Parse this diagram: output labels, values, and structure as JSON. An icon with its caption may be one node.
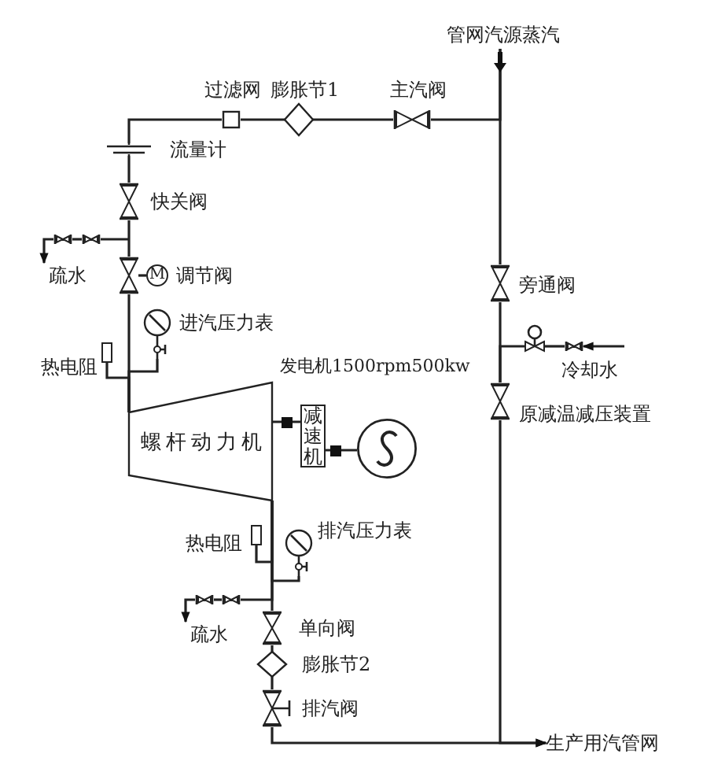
{
  "diagram": {
    "nodes": [
      {
        "text": [
          "管网汽源蒸汽"
        ]
      },
      {
        "text": [],
        "shape": "valve",
        "beside": [
          "主汽阀"
        ]
      },
      {
        "text": [],
        "shape": "diamond",
        "beside": [
          "膨胀节1"
        ]
      },
      {
        "text": [],
        "shape": "box",
        "beside": [
          "过滤网"
        ]
      },
      {
        "text": [],
        "shape": "meter",
        "beside": [
          "流量计"
        ]
      },
      {
        "text": [],
        "shape": "valve",
        "beside": [
          "快关阀"
        ]
      },
      {
        "text": [],
        "shape": "valve"
      },
      {
        "text": [],
        "shape": "valve"
      },
      {
        "text": [
          "疏水"
        ]
      },
      {
        "text": [],
        "shape": "valve"
      },
      {
        "text": [
          "M"
        ]
      },
      {
        "text": [],
        "shape": "gauge",
        "beside": [
          "进汽压力表"
        ]
      },
      {
        "text": [],
        "shape": "sensor",
        "beside": [
          "热电阻"
        ]
      },
      {
        "text": [
          "螺杆动力机"
        ]
      },
      {
        "text": [
          "减速机"
        ]
      },
      {
        "text": [],
        "shape": "circle"
      },
      {
        "text": [],
        "shape": "sensor",
        "beside": [
          "热电阻"
        ]
      },
      {
        "text": [],
        "shape": "gauge",
        "beside": [
          "排汽压力表"
        ]
      },
      {
        "text": [],
        "shape": "valve"
      },
      {
        "text": [],
        "shape": "valve"
      },
      {
        "text": [
          "疏水"
        ]
      },
      {
        "text": [],
        "shape": "valve",
        "beside": [
          "单向阀"
        ]
      },
      {
        "text": [],
        "shape": "diamond",
        "beside": [
          "膨胀节2"
        ]
      },
      {
        "text": [],
        "shape": "valve",
        "beside": [
          "排汽阀"
        ]
      },
      {
        "text": [
          "生产用汽管网"
        ]
      },
      {
        "text": [],
        "shape": "valve",
        "beside": [
          "旁通阀"
        ]
      },
      {
        "text": [],
        "shape": "valve"
      },
      {
        "text": [],
        "shape": "valve"
      },
      {
        "text": [],
        "shape": "valve",
        "beside": [
          "原减温减压装置"
        ]
      }
    ],
    "edges": [
      {
        "from": 0,
        "to": 1,
        "arrow": "none"
      },
      {
        "from": 0,
        "to": 25,
        "arrow": "none"
      },
      {
        "from": 1,
        "to": 2,
        "arrow": "none"
      },
      {
        "from": 2,
        "to": 3,
        "arrow": "none"
      },
      {
        "from": 3,
        "to": 4,
        "arrow": "none"
      },
      {
        "from": 4,
        "to": 5,
        "arrow": "none"
      },
      {
        "from": 5,
        "to": 9,
        "arrow": "none"
      },
      {
        "from": 5,
        "to": 6,
        "arrow": "none"
      },
      {
        "from": 6,
        "to": 7,
        "arrow": "none"
      },
      {
        "from": 7,
        "to": 8,
        "arrow": "to"
      },
      {
        "from": 9,
        "to": 10,
        "arrow": "none"
      },
      {
        "from": 9,
        "to": 13,
        "arrow": "none"
      },
      {
        "from": 11,
        "to": 13,
        "arrow": "none"
      },
      {
        "from": 12,
        "to": 13,
        "arrow": "none"
      },
      {
        "from": 13,
        "to": 14,
        "arrow": "none"
      },
      {
        "from": 14,
        "to": 15,
        "arrow": "none"
      },
      {
        "from": 13,
        "to": 21,
        "arrow": "none"
      },
      {
        "from": 16,
        "to": 13,
        "arrow": "none"
      },
      {
        "from": 17,
        "to": 13,
        "arrow": "none"
      },
      {
        "from": 13,
        "to": 18,
        "arrow": "none"
      },
      {
        "from": 18,
        "to": 19,
        "arrow": "none"
      },
      {
        "from": 19,
        "to": 20,
        "arrow": "to"
      },
      {
        "from": 21,
        "to": 22,
        "arrow": "none"
      },
      {
        "from": 22,
        "to": 23,
        "arrow": "none"
      },
      {
        "from": 23,
        "to": 24,
        "arrow": "to"
      },
      {
        "from": 25,
        "to": 28,
        "arrow": "none"
      },
      {
        "from": 26,
        "to": 28,
        "arrow": "none"
      },
      {
        "from": 27,
        "to": 26,
        "arrow": "none"
      },
      {
        "from": null,
        "to": 27,
        "arrow": "to"
      },
      {
        "from": 28,
        "to": 24,
        "arrow": "to"
      }
    ],
    "labels": [
      "调节阀",
      "发电机1500rpm500kw",
      "冷却水"
    ]
  }
}
